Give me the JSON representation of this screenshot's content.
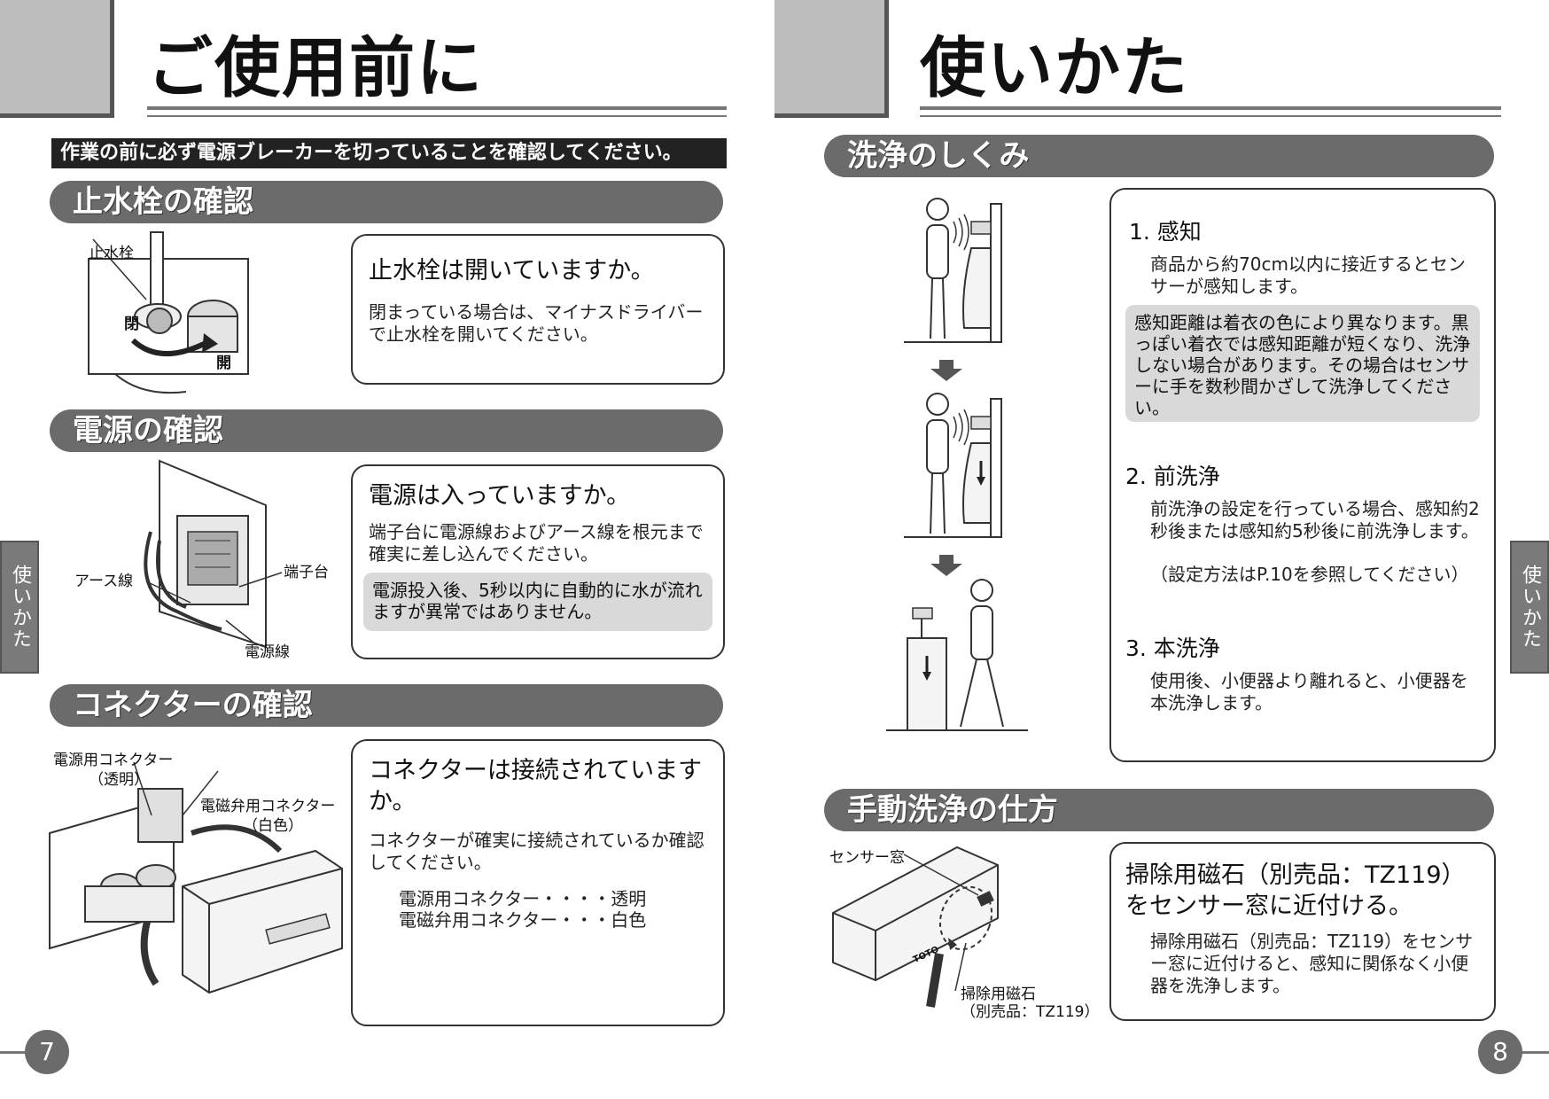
{
  "left": {
    "title": "ご使用前に",
    "warning": "作業の前に必ず電源ブレーカーを切っていることを確認してください。",
    "sections": [
      {
        "bar": "止水栓の確認",
        "heading": "止水栓は開いていますか。",
        "text": "閉まっている場合は、マイナスドライバーで止水栓を開いてください。",
        "labels": [
          "止水栓",
          "閉",
          "開"
        ]
      },
      {
        "bar": "電源の確認",
        "heading": "電源は入っていますか。",
        "text": "端子台に電源線およびアース線を根元まで確実に差し込んでください。",
        "note": "電源投入後、5秒以内に自動的に水が流れますが異常ではありません。",
        "labels": [
          "アース線",
          "端子台",
          "電源線"
        ]
      },
      {
        "bar": "コネクターの確認",
        "heading": "コネクターは接続されていますか。",
        "text": "コネクターが確実に接続されているか確認してください。",
        "list": [
          "電源用コネクター・・・・透明",
          "電磁弁用コネクター・・・白色"
        ],
        "labels": [
          "電源用コネクター",
          "（透明）",
          "電磁弁用コネクター",
          "（白色）"
        ]
      }
    ],
    "side_tab": "使いかた",
    "page_number": "7"
  },
  "right": {
    "title": "使いかた",
    "sections": [
      {
        "bar": "洗浄のしくみ",
        "steps": [
          {
            "head": "1. 感知",
            "text": "商品から約70cm以内に接近するとセンサーが感知します。"
          },
          {
            "head": "2. 前洗浄",
            "text": "前洗浄の設定を行っている場合、感知約2秒後または感知約5秒後に前洗浄します。",
            "text2": "（設定方法はP.10を参照してください）"
          },
          {
            "head": "3. 本洗浄",
            "text": "使用後、小便器より離れると、小便器を本洗浄します。"
          }
        ],
        "note": "感知距離は着衣の色により異なります。黒っぽい着衣では感知距離が短くなり、洗浄しない場合があります。その場合はセンサーに手を数秒間かざして洗浄してください。"
      },
      {
        "bar": "手動洗浄の仕方",
        "heading": "掃除用磁石（別売品：TZ119）をセンサー窓に近付ける。",
        "text": "掃除用磁石（別売品：TZ119）をセンサー窓に近付けると、感知に関係なく小便器を洗浄します。",
        "labels": [
          "センサー窓",
          "掃除用磁石",
          "（別売品：TZ119）",
          "TOTO"
        ]
      }
    ],
    "side_tab": "使いかた",
    "page_number": "8"
  }
}
